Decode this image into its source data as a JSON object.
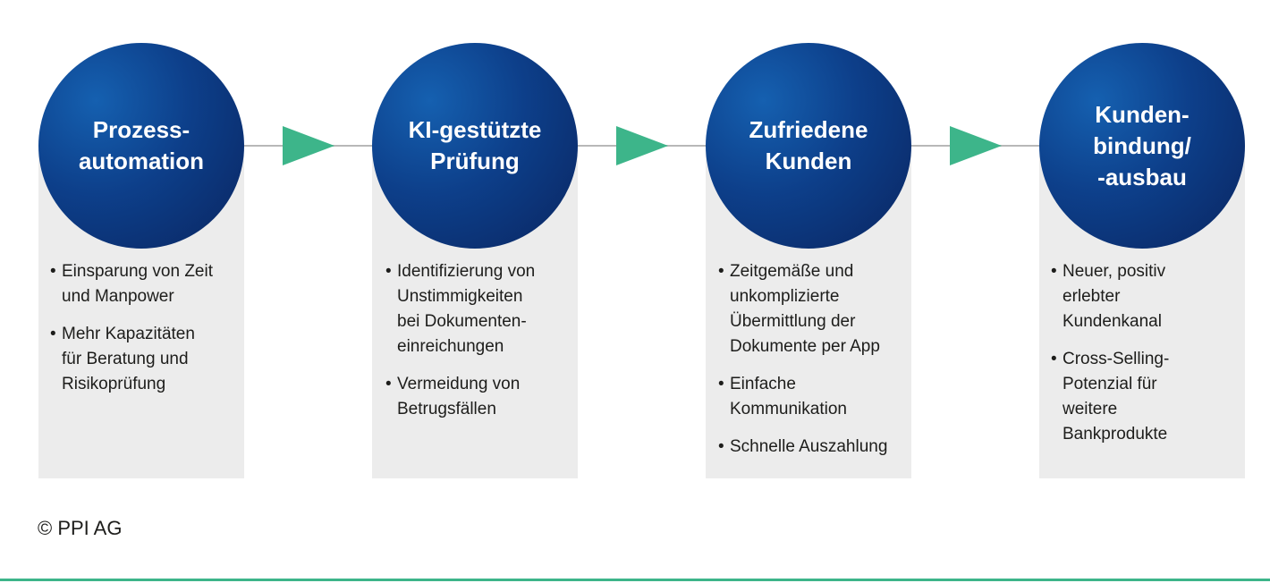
{
  "colors": {
    "circle": "#0d3f8a",
    "panel": "#ececec",
    "arrow": "#3db58a",
    "connector": "#b8b8b8",
    "bottom_rule": "#3db58a"
  },
  "steps": [
    {
      "title": "Prozess-\nautomation",
      "bullets": [
        "Einsparung von Zeit\nund Manpower",
        "Mehr Kapazitäten\nfür Beratung und\nRisikoprüfung"
      ]
    },
    {
      "title": "KI-gestützte\nPrüfung",
      "bullets": [
        "Identifizierung von\nUnstimmigkeiten\nbei Dokumenten-\neinreichungen",
        "Vermeidung von\nBetrugsfällen"
      ]
    },
    {
      "title": "Zufriedene\nKunden",
      "bullets": [
        "Zeitgemäße und\nunkomplizierte\nÜbermittlung der\nDokumente per App",
        "Einfache\nKommunikation",
        "Schnelle Auszahlung"
      ]
    },
    {
      "title": "Kunden-\nbindung/\n-ausbau",
      "bullets": [
        "Neuer, positiv\nerlebter\nKundenkanal",
        "Cross-Selling-\nPotenzial für\nweitere\nBankprodukte"
      ]
    }
  ],
  "bullet_glyph": "•",
  "copyright": "© PPI AG"
}
